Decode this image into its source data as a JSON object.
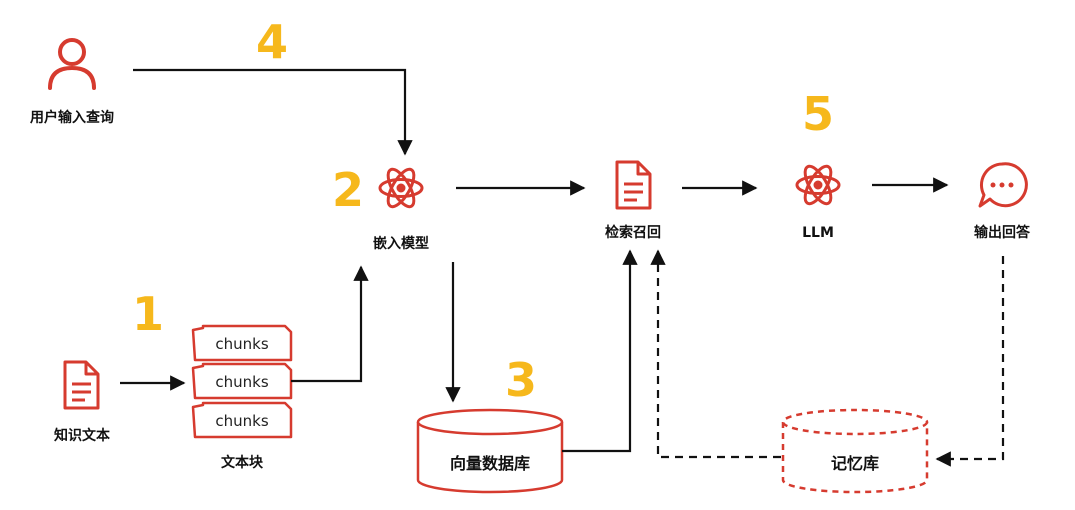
{
  "colors": {
    "icon_red": "#d63b2f",
    "step_number": "#f6b81c",
    "line": "#111111",
    "label": "#111111"
  },
  "nodes": {
    "user_query": {
      "label": "用户输入查询",
      "icon": "user-icon"
    },
    "embedding_model": {
      "label": "嵌入模型",
      "icon": "atom-icon"
    },
    "retrieval_recall": {
      "label": "检索召回",
      "icon": "document-icon"
    },
    "llm": {
      "label": "LLM",
      "icon": "atom-icon"
    },
    "output_answer": {
      "label": "输出回答",
      "icon": "chat-bubble-icon"
    },
    "knowledge_text": {
      "label": "知识文本",
      "icon": "document-icon"
    },
    "text_chunks": {
      "label": "文本块",
      "items": [
        "chunks",
        "chunks",
        "chunks"
      ]
    },
    "vector_db": {
      "label": "向量数据库"
    },
    "memory_db": {
      "label": "记忆库"
    }
  },
  "steps": [
    "1",
    "2",
    "3",
    "4",
    "5"
  ]
}
